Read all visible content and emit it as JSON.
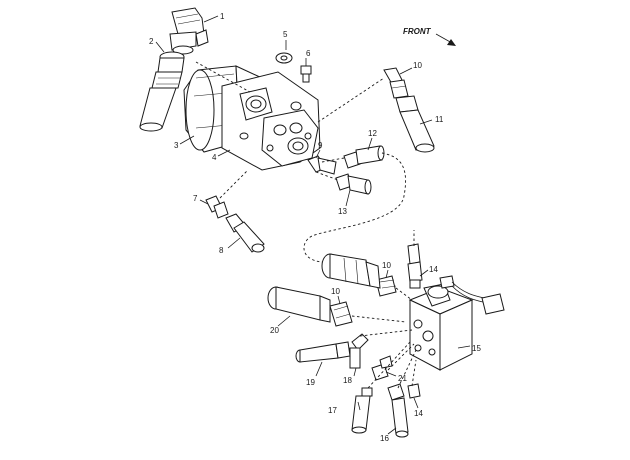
{
  "orientation_label": "FRONT",
  "callouts": {
    "c1": "1",
    "c2": "2",
    "c3": "3",
    "c4": "4",
    "c5": "5",
    "c6": "6",
    "c7": "7",
    "c8": "8",
    "c9": "9",
    "c10a": "10",
    "c10b": "10",
    "c10c": "10",
    "c11": "11",
    "c12": "12",
    "c13": "13",
    "c14a": "14",
    "c14b": "14",
    "c15": "15",
    "c16": "16",
    "c17": "17",
    "c18": "18",
    "c19": "19",
    "c20": "20",
    "c21": "21"
  }
}
